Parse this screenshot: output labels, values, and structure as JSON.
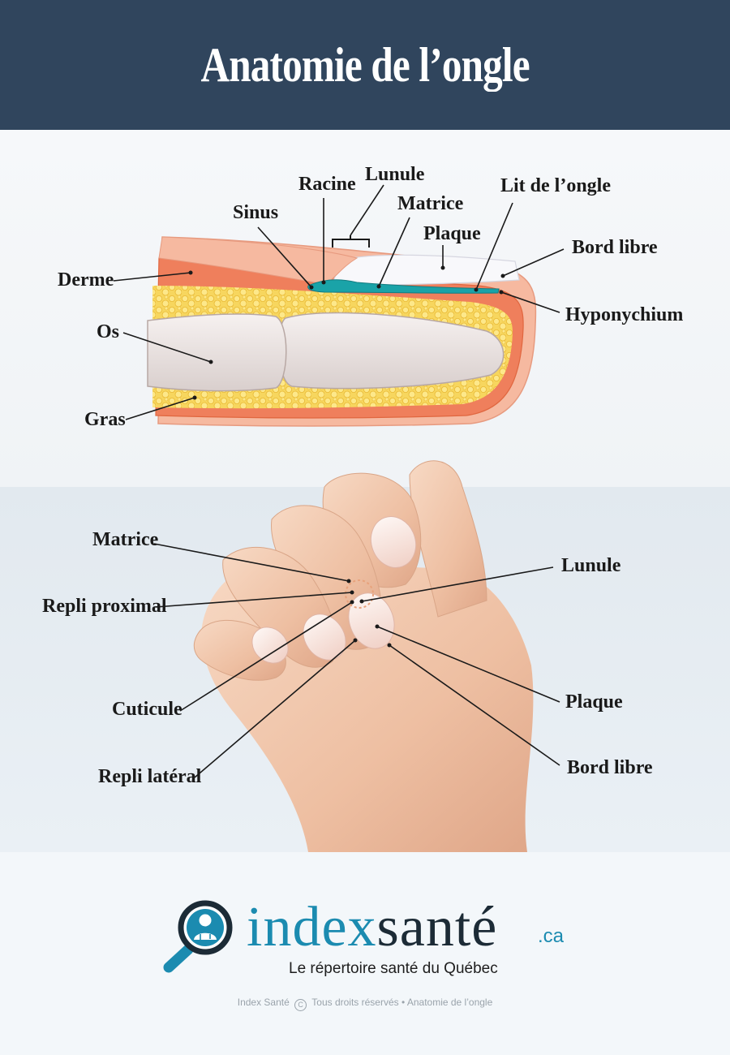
{
  "header": {
    "title": "Anatomie de l’ongle"
  },
  "diagram": {
    "labels": {
      "racine": "Racine",
      "lunule": "Lunule",
      "matrice": "Matrice",
      "sinus": "Sinus",
      "plaque": "Plaque",
      "lit": "Lit de l’ongle",
      "bord_libre": "Bord libre",
      "derme": "Derme",
      "hyponychium": "Hyponychium",
      "os": "Os",
      "gras": "Gras"
    }
  },
  "photo": {
    "labels": {
      "matrice": "Matrice",
      "repli_proximal": "Repli proximal",
      "lunule": "Lunule",
      "cuticule": "Cuticule",
      "plaque": "Plaque",
      "repli_lateral": "Repli latéral",
      "bord_libre": "Bord libre"
    }
  },
  "brand": {
    "word_a": "index",
    "word_b": "santé",
    "suffix": ".ca",
    "tagline": "Le répertoire santé du Québec"
  },
  "footer": {
    "copy_a": "Index Santé",
    "copy_symbol": "C",
    "copy_b": "Tous droits réservés • Anatomie de l’ongle"
  },
  "colors": {
    "header_bg": "#30455d",
    "brand_blue": "#1b8bb0",
    "nail_teal": "#1aa3a8"
  }
}
